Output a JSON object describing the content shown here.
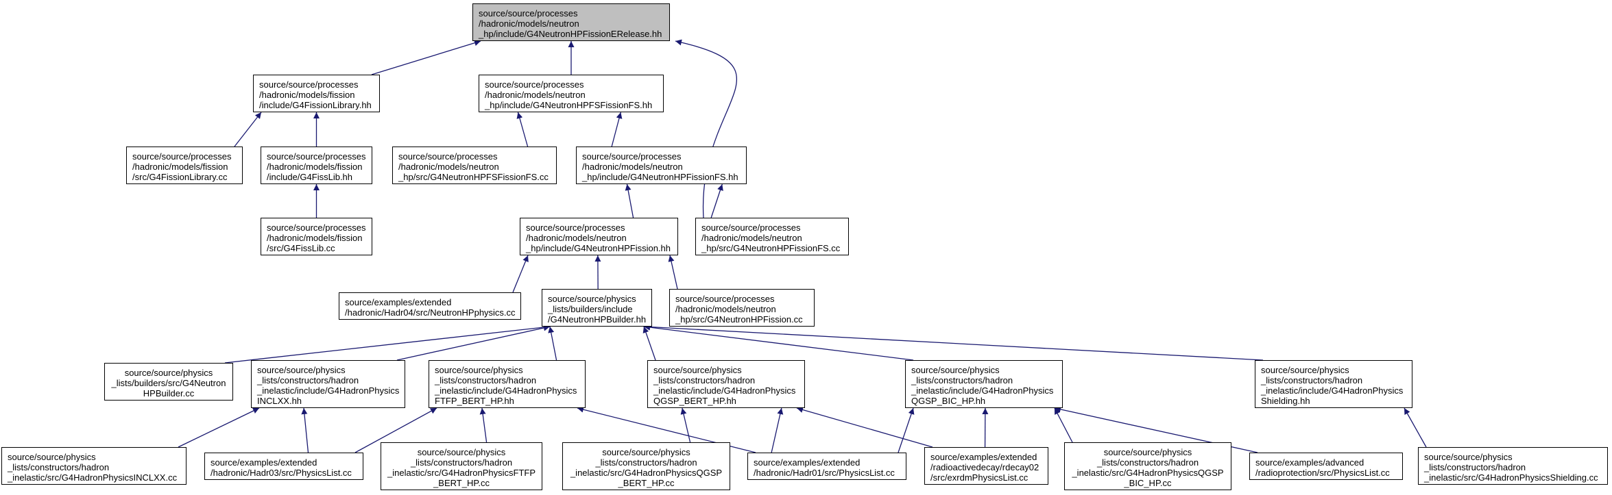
{
  "colors": {
    "edge": "#191970",
    "root_fill": "#bfbfbf",
    "node_fill": "#ffffff",
    "border": "#000000"
  },
  "nodes": [
    {
      "id": "root",
      "lines": [
        "source/source/processes",
        "/hadronic/models/neutron",
        "_hp/include/G4NeutronHPFissionERelease.hh"
      ]
    },
    {
      "id": "fissionlib_hh",
      "lines": [
        "source/source/processes",
        "/hadronic/models/fission",
        "/include/G4FissionLibrary.hh"
      ]
    },
    {
      "id": "fsfission_hh",
      "lines": [
        "source/source/processes",
        "/hadronic/models/neutron",
        "_hp/include/G4NeutronHPFSFissionFS.hh"
      ]
    },
    {
      "id": "fissionlib_cc",
      "lines": [
        "source/source/processes",
        "/hadronic/models/fission",
        "/src/G4FissionLibrary.cc"
      ]
    },
    {
      "id": "fisslib_hh",
      "lines": [
        "source/source/processes",
        "/hadronic/models/fission",
        "/include/G4FissLib.hh"
      ]
    },
    {
      "id": "fsfission_cc",
      "lines": [
        "source/source/processes",
        "/hadronic/models/neutron",
        "_hp/src/G4NeutronHPFSFissionFS.cc"
      ]
    },
    {
      "id": "fissionfs_hh",
      "lines": [
        "source/source/processes",
        "/hadronic/models/neutron",
        "_hp/include/G4NeutronHPFissionFS.hh"
      ]
    },
    {
      "id": "fisslib_cc",
      "lines": [
        "source/source/processes",
        "/hadronic/models/fission",
        "/src/G4FissLib.cc"
      ]
    },
    {
      "id": "hpfission_hh",
      "lines": [
        "source/source/processes",
        "/hadronic/models/neutron",
        "_hp/include/G4NeutronHPFission.hh"
      ]
    },
    {
      "id": "fissionfs_cc",
      "lines": [
        "source/source/processes",
        "/hadronic/models/neutron",
        "_hp/src/G4NeutronHPFissionFS.cc"
      ]
    },
    {
      "id": "neutronhpphysics_cc",
      "lines": [
        "source/examples/extended",
        "/hadronic/Hadr04/src/NeutronHPphysics.cc"
      ]
    },
    {
      "id": "builder_hh",
      "lines": [
        "source/source/physics",
        "_lists/builders/include",
        "/G4NeutronHPBuilder.hh"
      ]
    },
    {
      "id": "hpfission_cc",
      "lines": [
        "source/source/processes",
        "/hadronic/models/neutron",
        "_hp/src/G4NeutronHPFission.cc"
      ]
    },
    {
      "id": "builder_cc",
      "lines": [
        "source/source/physics",
        "_lists/builders/src/G4Neutron",
        "HPBuilder.cc"
      ]
    },
    {
      "id": "inclxx_hh",
      "lines": [
        "source/source/physics",
        "_lists/constructors/hadron",
        "_inelastic/include/G4HadronPhysics",
        "INCLXX.hh"
      ]
    },
    {
      "id": "ftfp_hh",
      "lines": [
        "source/source/physics",
        "_lists/constructors/hadron",
        "_inelastic/include/G4HadronPhysics",
        "FTFP_BERT_HP.hh"
      ]
    },
    {
      "id": "qgsp_bert_hh",
      "lines": [
        "source/source/physics",
        "_lists/constructors/hadron",
        "_inelastic/include/G4HadronPhysics",
        "QGSP_BERT_HP.hh"
      ]
    },
    {
      "id": "qgsp_bic_hh",
      "lines": [
        "source/source/physics",
        "_lists/constructors/hadron",
        "_inelastic/include/G4HadronPhysics",
        "QGSP_BIC_HP.hh"
      ]
    },
    {
      "id": "shielding_hh",
      "lines": [
        "source/source/physics",
        "_lists/constructors/hadron",
        "_inelastic/include/G4HadronPhysics",
        "Shielding.hh"
      ]
    },
    {
      "id": "inclxx_cc",
      "lines": [
        "source/source/physics",
        "_lists/constructors/hadron",
        "_inelastic/src/G4HadronPhysicsINCLXX.cc"
      ]
    },
    {
      "id": "hadr03_cc",
      "lines": [
        "source/examples/extended",
        "/hadronic/Hadr03/src/PhysicsList.cc"
      ]
    },
    {
      "id": "ftfp_cc",
      "lines": [
        "source/source/physics",
        "_lists/constructors/hadron",
        "_inelastic/src/G4HadronPhysicsFTFP",
        "_BERT_HP.cc"
      ]
    },
    {
      "id": "qgsp_bert_cc",
      "lines": [
        "source/source/physics",
        "_lists/constructors/hadron",
        "_inelastic/src/G4HadronPhysicsQGSP",
        "_BERT_HP.cc"
      ]
    },
    {
      "id": "hadr01_cc",
      "lines": [
        "source/examples/extended",
        "/hadronic/Hadr01/src/PhysicsList.cc"
      ]
    },
    {
      "id": "rdecay02_cc",
      "lines": [
        "source/examples/extended",
        "/radioactivedecay/rdecay02",
        "/src/exrdmPhysicsList.cc"
      ]
    },
    {
      "id": "qgsp_bic_cc",
      "lines": [
        "source/source/physics",
        "_lists/constructors/hadron",
        "_inelastic/src/G4HadronPhysicsQGSP",
        "_BIC_HP.cc"
      ]
    },
    {
      "id": "radioprotection_cc",
      "lines": [
        "source/examples/advanced",
        "/radioprotection/src/PhysicsList.cc"
      ]
    },
    {
      "id": "shielding_cc",
      "lines": [
        "source/source/physics",
        "_lists/constructors/hadron",
        "_inelastic/src/G4HadronPhysicsShielding.cc"
      ]
    }
  ],
  "edges": [
    [
      "fissionlib_hh",
      "root"
    ],
    [
      "fsfission_hh",
      "root"
    ],
    [
      "fissionfs_cc",
      "root"
    ],
    [
      "fissionlib_cc",
      "fissionlib_hh"
    ],
    [
      "fisslib_hh",
      "fissionlib_hh"
    ],
    [
      "fsfission_cc",
      "fsfission_hh"
    ],
    [
      "fissionfs_hh",
      "fsfission_hh"
    ],
    [
      "fisslib_cc",
      "fisslib_hh"
    ],
    [
      "hpfission_hh",
      "fissionfs_hh"
    ],
    [
      "fissionfs_cc",
      "fissionfs_hh"
    ],
    [
      "neutronhpphysics_cc",
      "hpfission_hh"
    ],
    [
      "builder_hh",
      "hpfission_hh"
    ],
    [
      "hpfission_cc",
      "hpfission_hh"
    ],
    [
      "builder_cc",
      "builder_hh"
    ],
    [
      "inclxx_hh",
      "builder_hh"
    ],
    [
      "ftfp_hh",
      "builder_hh"
    ],
    [
      "qgsp_bert_hh",
      "builder_hh"
    ],
    [
      "qgsp_bic_hh",
      "builder_hh"
    ],
    [
      "shielding_hh",
      "builder_hh"
    ],
    [
      "inclxx_cc",
      "inclxx_hh"
    ],
    [
      "hadr03_cc",
      "inclxx_hh"
    ],
    [
      "hadr03_cc",
      "ftfp_hh"
    ],
    [
      "ftfp_cc",
      "ftfp_hh"
    ],
    [
      "hadr01_cc",
      "ftfp_hh"
    ],
    [
      "qgsp_bert_cc",
      "qgsp_bert_hh"
    ],
    [
      "hadr01_cc",
      "qgsp_bert_hh"
    ],
    [
      "rdecay02_cc",
      "qgsp_bert_hh"
    ],
    [
      "hadr01_cc",
      "qgsp_bic_hh"
    ],
    [
      "rdecay02_cc",
      "qgsp_bic_hh"
    ],
    [
      "qgsp_bic_cc",
      "qgsp_bic_hh"
    ],
    [
      "radioprotection_cc",
      "qgsp_bic_hh"
    ],
    [
      "shielding_cc",
      "shielding_hh"
    ]
  ]
}
